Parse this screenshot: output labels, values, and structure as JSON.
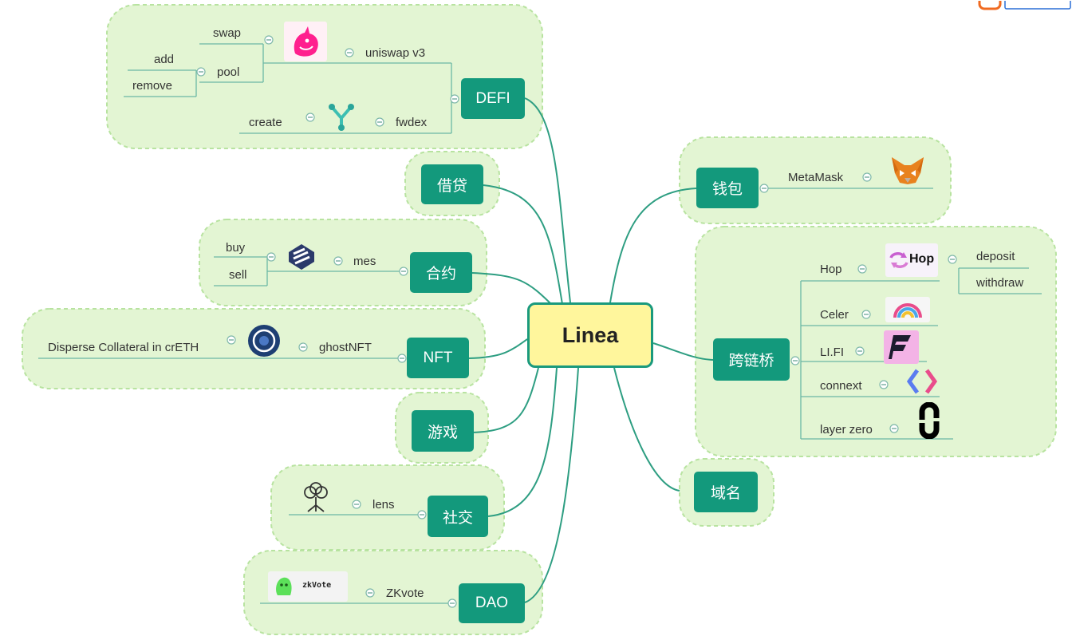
{
  "center": "Linea",
  "left": {
    "defi": {
      "label": "DEFI",
      "uniswap": {
        "label": "uniswap v3",
        "swap": "swap",
        "pool": "pool",
        "add": "add",
        "remove": "remove"
      },
      "fwdex": {
        "label": "fwdex",
        "create": "create"
      }
    },
    "lending": {
      "label": "借贷"
    },
    "contract": {
      "label": "合约",
      "mes": {
        "label": "mes",
        "buy": "buy",
        "sell": "sell"
      }
    },
    "nft": {
      "label": "NFT",
      "ghost": {
        "label": "ghostNFT",
        "disperse": "Disperse Collateral in crETH"
      }
    },
    "game": {
      "label": "游戏"
    },
    "social": {
      "label": "社交",
      "lens": {
        "label": "lens"
      }
    },
    "dao": {
      "label": "DAO",
      "zkvote": {
        "label": "ZKvote",
        "logo_text": "zkVote"
      }
    }
  },
  "right": {
    "wallet": {
      "label": "钱包",
      "metamask": {
        "label": "MetaMask"
      }
    },
    "bridge": {
      "label": "跨链桥",
      "hop": {
        "label": "Hop",
        "logo_text": "Hop",
        "deposit": "deposit",
        "withdraw": "withdraw"
      },
      "celer": {
        "label": "Celer"
      },
      "lifi": {
        "label": "LI.FI"
      },
      "connext": {
        "label": "connext"
      },
      "layerzero": {
        "label": "layer zero"
      }
    },
    "domain": {
      "label": "域名"
    }
  },
  "colors": {
    "node": "#13997c",
    "center": "#fff69c",
    "cloud": "#e3f5d3",
    "line": "#2e9e82"
  }
}
